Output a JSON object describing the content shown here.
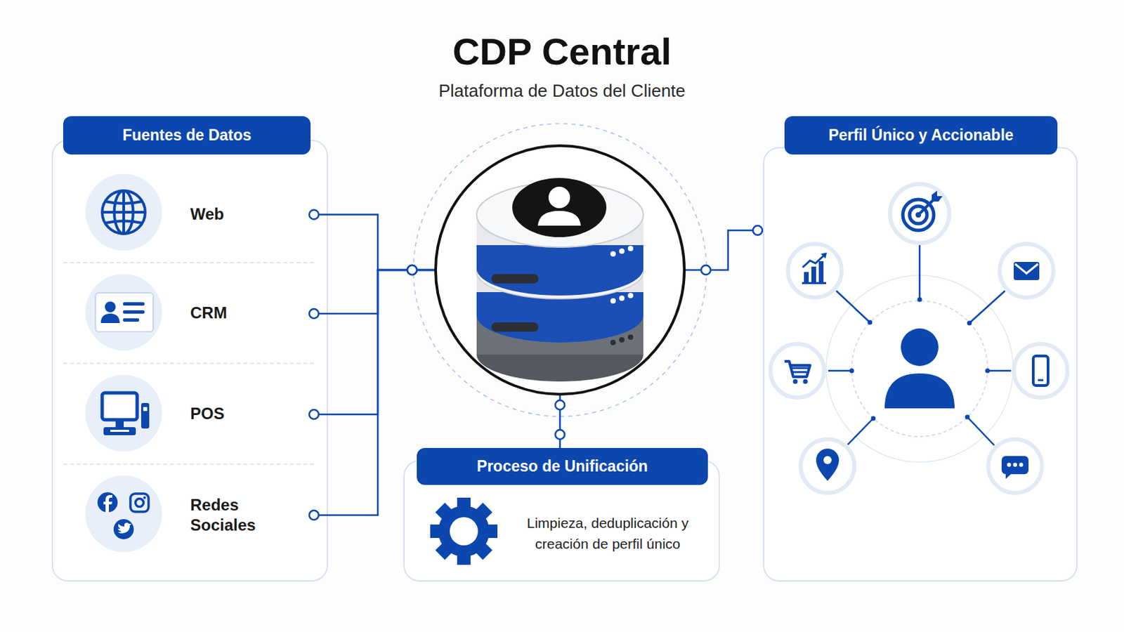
{
  "diagram": {
    "title": "CDP Central",
    "nodes": [
      {
        "text": [
          "Fuentes de Datos"
        ]
      },
      {
        "text": [
          "Web"
        ],
        "in": 0
      },
      {
        "text": [
          "CRM"
        ],
        "in": 0
      },
      {
        "text": [
          "POS"
        ],
        "in": 0
      },
      {
        "text": [
          "Redes Sociales"
        ],
        "in": 0
      },
      {
        "text": []
      },
      {
        "text": [
          "Proceso de Unificación",
          "Limpieza, deduplicación y creación de perfil único"
        ]
      },
      {
        "text": [
          "Perfil Único y Accionable"
        ]
      }
    ],
    "edges": [
      {
        "from": 1,
        "to": 5,
        "arrow": "none"
      },
      {
        "from": 2,
        "to": 5,
        "arrow": "none"
      },
      {
        "from": 3,
        "to": 5,
        "arrow": "none"
      },
      {
        "from": 4,
        "to": 5,
        "arrow": "none"
      },
      {
        "from": 5,
        "to": 7,
        "arrow": "none"
      },
      {
        "from": 5,
        "to": 6,
        "arrow": "none"
      }
    ],
    "labels": [
      "Plataforma de Datos del Cliente"
    ]
  }
}
